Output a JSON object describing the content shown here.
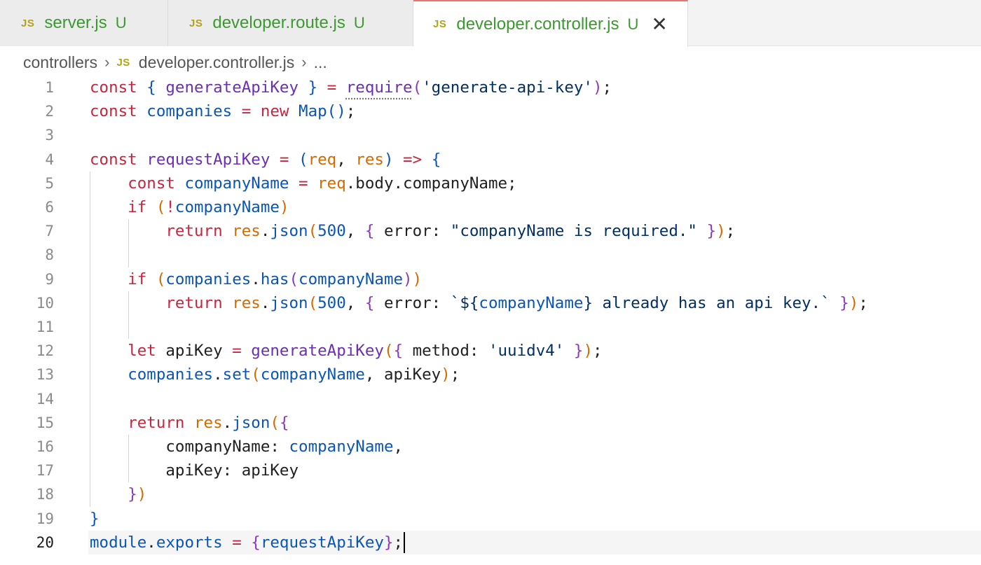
{
  "tabs": [
    {
      "icon": "JS",
      "label": "server.js",
      "status": "U"
    },
    {
      "icon": "JS",
      "label": "developer.route.js",
      "status": "U"
    },
    {
      "icon": "JS",
      "label": "developer.controller.js",
      "status": "U",
      "close": "✕"
    }
  ],
  "breadcrumb": {
    "folder": "controllers",
    "sep": "›",
    "icon": "JS",
    "file": "developer.controller.js",
    "ellipsis": "..."
  },
  "colors": {
    "keyword": "#c7253e",
    "identifier": "#0b55b5",
    "function": "#6b2fb6",
    "string": "#032f62",
    "tab_label": "#3b9a2e",
    "js_icon": "#b4a216",
    "active_tab_border": "#e8756b"
  },
  "editor": {
    "current_line": 20,
    "lines": [
      {
        "n": "1",
        "tokens": [
          [
            "kw",
            "const "
          ],
          [
            "p1",
            "{ "
          ],
          [
            "fn",
            "generateApiKey"
          ],
          [
            "p1",
            " }"
          ],
          [
            "kw",
            " = "
          ],
          [
            "fn",
            "require"
          ],
          [
            "p2",
            "("
          ],
          [
            "str",
            "'generate-api-key'"
          ],
          [
            "p2",
            ")"
          ],
          [
            "pl",
            ";"
          ]
        ]
      },
      {
        "n": "2",
        "tokens": [
          [
            "kw",
            "const "
          ],
          [
            "id",
            "companies"
          ],
          [
            "kw",
            " = "
          ],
          [
            "kw",
            "new "
          ],
          [
            "id",
            "Map"
          ],
          [
            "p1",
            "()"
          ],
          [
            "pl",
            ";"
          ]
        ]
      },
      {
        "n": "3",
        "tokens": []
      },
      {
        "n": "4",
        "tokens": [
          [
            "kw",
            "const "
          ],
          [
            "fn",
            "requestApiKey"
          ],
          [
            "kw",
            " = "
          ],
          [
            "p1",
            "("
          ],
          [
            "par",
            "req"
          ],
          [
            "pl",
            ", "
          ],
          [
            "par",
            "res"
          ],
          [
            "p1",
            ")"
          ],
          [
            "kw",
            " => "
          ],
          [
            "p1",
            "{"
          ]
        ]
      },
      {
        "n": "5",
        "tokens": [
          [
            "pl",
            "    "
          ],
          [
            "kw",
            "const "
          ],
          [
            "id",
            "companyName"
          ],
          [
            "kw",
            " = "
          ],
          [
            "par",
            "req"
          ],
          [
            "pl",
            ".body.companyName;"
          ]
        ]
      },
      {
        "n": "6",
        "tokens": [
          [
            "pl",
            "    "
          ],
          [
            "kw",
            "if "
          ],
          [
            "p3",
            "("
          ],
          [
            "kw",
            "!"
          ],
          [
            "id",
            "companyName"
          ],
          [
            "p3",
            ")"
          ]
        ]
      },
      {
        "n": "7",
        "tokens": [
          [
            "pl",
            "        "
          ],
          [
            "kw",
            "return "
          ],
          [
            "par",
            "res"
          ],
          [
            "pl",
            "."
          ],
          [
            "id",
            "json"
          ],
          [
            "p3",
            "("
          ],
          [
            "num",
            "500"
          ],
          [
            "pl",
            ", "
          ],
          [
            "p2",
            "{ "
          ],
          [
            "pl",
            "error: "
          ],
          [
            "str",
            "\"companyName is required.\""
          ],
          [
            "p2",
            " }"
          ],
          [
            "p3",
            ")"
          ],
          [
            "pl",
            ";"
          ]
        ]
      },
      {
        "n": "8",
        "tokens": []
      },
      {
        "n": "9",
        "tokens": [
          [
            "pl",
            "    "
          ],
          [
            "kw",
            "if "
          ],
          [
            "p3",
            "("
          ],
          [
            "id",
            "companies"
          ],
          [
            "pl",
            "."
          ],
          [
            "id",
            "has"
          ],
          [
            "p2",
            "("
          ],
          [
            "id",
            "companyName"
          ],
          [
            "p2",
            ")"
          ],
          [
            "p3",
            ")"
          ]
        ]
      },
      {
        "n": "10",
        "tokens": [
          [
            "pl",
            "        "
          ],
          [
            "kw",
            "return "
          ],
          [
            "par",
            "res"
          ],
          [
            "pl",
            "."
          ],
          [
            "id",
            "json"
          ],
          [
            "p3",
            "("
          ],
          [
            "num",
            "500"
          ],
          [
            "pl",
            ", "
          ],
          [
            "p2",
            "{ "
          ],
          [
            "pl",
            "error: "
          ],
          [
            "str",
            "`${"
          ],
          [
            "id",
            "companyName"
          ],
          [
            "str",
            "} already has an api key.`"
          ],
          [
            "p2",
            " }"
          ],
          [
            "p3",
            ")"
          ],
          [
            "pl",
            ";"
          ]
        ]
      },
      {
        "n": "11",
        "tokens": []
      },
      {
        "n": "12",
        "tokens": [
          [
            "pl",
            "    "
          ],
          [
            "kw",
            "let "
          ],
          [
            "pl",
            "apiKey "
          ],
          [
            "kw",
            "= "
          ],
          [
            "fn",
            "generateApiKey"
          ],
          [
            "p3",
            "("
          ],
          [
            "p2",
            "{ "
          ],
          [
            "pl",
            "method: "
          ],
          [
            "str",
            "'uuidv4'"
          ],
          [
            "p2",
            " }"
          ],
          [
            "p3",
            ")"
          ],
          [
            "pl",
            ";"
          ]
        ]
      },
      {
        "n": "13",
        "tokens": [
          [
            "pl",
            "    "
          ],
          [
            "id",
            "companies"
          ],
          [
            "pl",
            "."
          ],
          [
            "id",
            "set"
          ],
          [
            "p3",
            "("
          ],
          [
            "id",
            "companyName"
          ],
          [
            "pl",
            ", apiKey"
          ],
          [
            "p3",
            ")"
          ],
          [
            "pl",
            ";"
          ]
        ]
      },
      {
        "n": "14",
        "tokens": []
      },
      {
        "n": "15",
        "tokens": [
          [
            "pl",
            "    "
          ],
          [
            "kw",
            "return "
          ],
          [
            "par",
            "res"
          ],
          [
            "pl",
            "."
          ],
          [
            "id",
            "json"
          ],
          [
            "p3",
            "("
          ],
          [
            "p2",
            "{"
          ]
        ]
      },
      {
        "n": "16",
        "tokens": [
          [
            "pl",
            "        companyName: "
          ],
          [
            "id",
            "companyName"
          ],
          [
            "pl",
            ","
          ]
        ]
      },
      {
        "n": "17",
        "tokens": [
          [
            "pl",
            "        apiKey: apiKey"
          ]
        ]
      },
      {
        "n": "18",
        "tokens": [
          [
            "pl",
            "    "
          ],
          [
            "p2",
            "}"
          ],
          [
            "p3",
            ")"
          ]
        ]
      },
      {
        "n": "19",
        "tokens": [
          [
            "p1",
            "}"
          ]
        ]
      },
      {
        "n": "20",
        "tokens": [
          [
            "id",
            "module"
          ],
          [
            "pl",
            "."
          ],
          [
            "id",
            "exports"
          ],
          [
            "kw",
            " = "
          ],
          [
            "p2",
            "{"
          ],
          [
            "id",
            "requestApiKey"
          ],
          [
            "p2",
            "}"
          ],
          [
            "pl",
            ";"
          ]
        ]
      }
    ]
  }
}
